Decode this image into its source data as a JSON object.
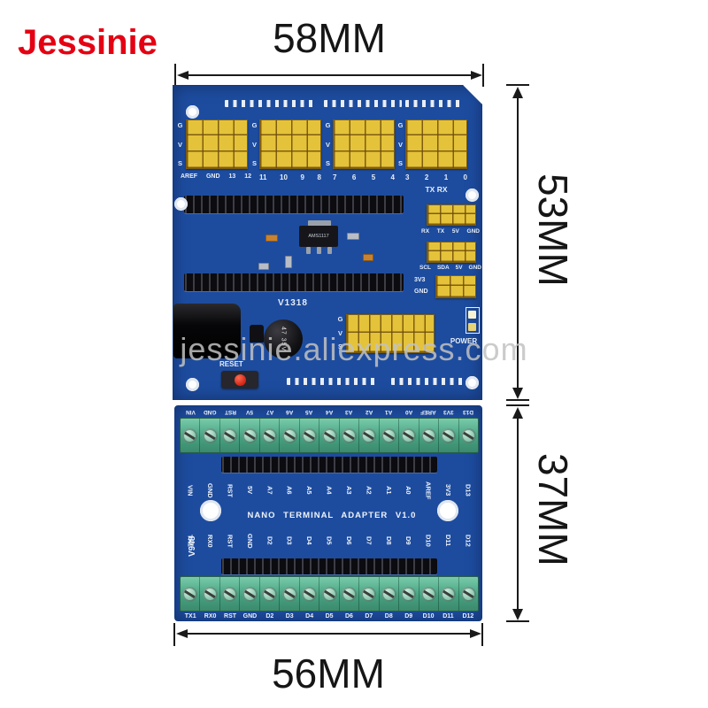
{
  "brand": {
    "logo_text": "Jessinie",
    "logo_color": "#e40113"
  },
  "watermark": {
    "text": "jessinie.aliexpress.com"
  },
  "dimensions": {
    "top_board_width": "58MM",
    "top_board_height": "53MM",
    "bottom_board_height": "37MM",
    "bottom_board_width": "56MM"
  },
  "shield_board": {
    "gvs_labels": [
      "G",
      "V",
      "S"
    ],
    "header_groups": [
      {
        "labels": [
          "AREF",
          "GND",
          "13",
          "12"
        ]
      },
      {
        "labels": [
          "11",
          "10",
          "9",
          "8"
        ]
      },
      {
        "labels": [
          "7",
          "6",
          "5",
          "4"
        ]
      },
      {
        "labels": [
          "3",
          "2",
          "1",
          "0"
        ]
      }
    ],
    "txrx_label": "TX RX",
    "serial_header_labels": [
      "RX",
      "TX",
      "5V",
      "GND"
    ],
    "i2c_header_labels": [
      "SCL",
      "SDA",
      "5V",
      "GND"
    ],
    "power_rail_labels": [
      "3V3",
      "GND"
    ],
    "regulator_text": "AMS1117",
    "capacitor_text": "47 35V",
    "version_text": "V1318",
    "reset_label": "RESET",
    "power_led_label": "POWER"
  },
  "terminal_board": {
    "title": "NANO TERMINAL ADAPTER V1.0",
    "version_text": "V948",
    "analog_rail_labels": [
      "VIN",
      "GND",
      "RST",
      "5V",
      "A7",
      "A6",
      "A5",
      "A4",
      "A3",
      "A2",
      "A1",
      "A0",
      "AREF",
      "3V3",
      "D13"
    ],
    "digital_rail_labels": [
      "TX1",
      "RX0",
      "RST",
      "GND",
      "D2",
      "D3",
      "D4",
      "D5",
      "D6",
      "D7",
      "D8",
      "D9",
      "D10",
      "D11",
      "D12"
    ]
  },
  "colors": {
    "pcb_blue": "#1d4c9f",
    "pin_yellow": "#e4c33a",
    "terminal_green": "#46a181",
    "dimension_black": "#1a1a1a"
  }
}
